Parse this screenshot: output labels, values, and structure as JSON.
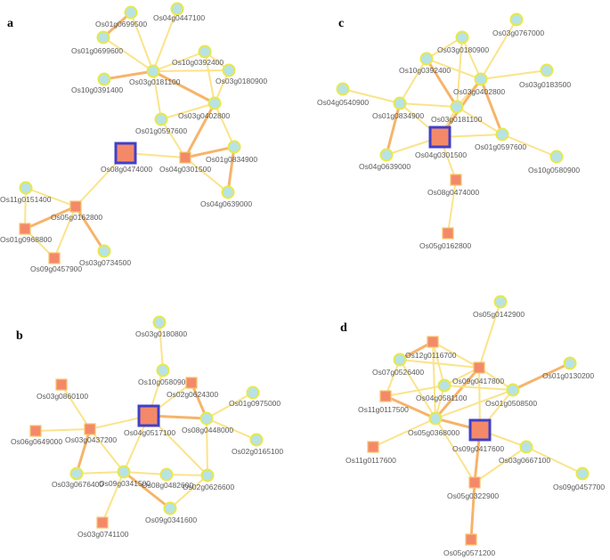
{
  "panels": [
    {
      "letter": "a",
      "nodes": [
        {
          "id": "Os01g0699500",
          "label": "Os01g0699500",
          "shape": "circle"
        },
        {
          "id": "Os04g0447100",
          "label": "Os04g0447100",
          "shape": "circle"
        },
        {
          "id": "Os01g0699600",
          "label": "Os01g0699600",
          "shape": "circle"
        },
        {
          "id": "Os10g0391400",
          "label": "Os10g0391400",
          "shape": "circle"
        },
        {
          "id": "Os03g0181100",
          "label": "Os03g0181100",
          "shape": "circle"
        },
        {
          "id": "Os10g0392400",
          "label": "Os10g0392400",
          "shape": "circle"
        },
        {
          "id": "Os03g0180900",
          "label": "Os03g0180900",
          "shape": "circle"
        },
        {
          "id": "Os03g0402800",
          "label": "Os03g0402800",
          "shape": "circle"
        },
        {
          "id": "Os01g0597600",
          "label": "Os01g0597600",
          "shape": "circle"
        },
        {
          "id": "Os08g0474000",
          "label": "Os08g0474000",
          "shape": "hub"
        },
        {
          "id": "Os04g0301500",
          "label": "Os04g0301500",
          "shape": "square"
        },
        {
          "id": "Os01g0834900",
          "label": "Os01g0834900",
          "shape": "circle"
        },
        {
          "id": "Os04g0639000",
          "label": "Os04g0639000",
          "shape": "circle"
        },
        {
          "id": "Os11g0151400",
          "label": "Os11g0151400",
          "shape": "circle"
        },
        {
          "id": "Os05g0162800",
          "label": "Os05g0162800",
          "shape": "square"
        },
        {
          "id": "Os01g0968800",
          "label": "Os01g0968800",
          "shape": "square"
        },
        {
          "id": "Os09g0457900",
          "label": "Os09g0457900",
          "shape": "square"
        },
        {
          "id": "Os03g0734500",
          "label": "Os03g0734500",
          "shape": "circle"
        }
      ],
      "edges": [
        [
          "Os01g0699500",
          "Os03g0181100",
          "soft"
        ],
        [
          "Os04g0447100",
          "Os03g0181100",
          "soft"
        ],
        [
          "Os01g0699600",
          "Os03g0181100",
          "soft"
        ],
        [
          "Os01g0699600",
          "Os01g0699500",
          "strong"
        ],
        [
          "Os10g0391400",
          "Os03g0181100",
          "strong"
        ],
        [
          "Os03g0181100",
          "Os10g0392400",
          "soft"
        ],
        [
          "Os03g0181100",
          "Os03g0180900",
          "soft"
        ],
        [
          "Os03g0181100",
          "Os03g0402800",
          "strong"
        ],
        [
          "Os03g0181100",
          "Os01g0597600",
          "soft"
        ],
        [
          "Os10g0392400",
          "Os03g0180900",
          "soft"
        ],
        [
          "Os10g0392400",
          "Os03g0402800",
          "soft"
        ],
        [
          "Os03g0180900",
          "Os03g0402800",
          "soft"
        ],
        [
          "Os03g0402800",
          "Os01g0597600",
          "soft"
        ],
        [
          "Os03g0402800",
          "Os04g0301500",
          "strong"
        ],
        [
          "Os03g0402800",
          "Os01g0834900",
          "soft"
        ],
        [
          "Os01g0597600",
          "Os04g0301500",
          "soft"
        ],
        [
          "Os08g0474000",
          "Os04g0301500",
          "soft"
        ],
        [
          "Os08g0474000",
          "Os05g0162800",
          "soft"
        ],
        [
          "Os04g0301500",
          "Os01g0834900",
          "strong"
        ],
        [
          "Os04g0301500",
          "Os04g0639000",
          "soft"
        ],
        [
          "Os01g0834900",
          "Os04g0639000",
          "strong"
        ],
        [
          "Os11g0151400",
          "Os05g0162800",
          "soft"
        ],
        [
          "Os11g0151400",
          "Os01g0968800",
          "soft"
        ],
        [
          "Os05g0162800",
          "Os01g0968800",
          "strong"
        ],
        [
          "Os05g0162800",
          "Os09g0457900",
          "soft"
        ],
        [
          "Os05g0162800",
          "Os03g0734500",
          "strong"
        ],
        [
          "Os01g0968800",
          "Os09g0457900",
          "soft"
        ]
      ]
    },
    {
      "letter": "b",
      "nodes": [
        {
          "id": "Os03g0180800",
          "label": "Os03g0180800",
          "shape": "circle"
        },
        {
          "id": "Os10g0580900",
          "label": "Os10g0580900",
          "shape": "circle"
        },
        {
          "id": "Os02g0624300",
          "label": "Os02g0624300",
          "shape": "square"
        },
        {
          "id": "Os03g0860100",
          "label": "Os03g0860100",
          "shape": "square"
        },
        {
          "id": "Os01g0975000",
          "label": "Os01g0975000",
          "shape": "circle"
        },
        {
          "id": "Os04g0517100",
          "label": "Os04g0517100",
          "shape": "hub"
        },
        {
          "id": "Os08g0448000",
          "label": "Os08g0448000",
          "shape": "circle"
        },
        {
          "id": "Os06g0649000",
          "label": "Os06g0649000",
          "shape": "square"
        },
        {
          "id": "Os03g0437200",
          "label": "Os03g0437200",
          "shape": "square"
        },
        {
          "id": "Os02g0165100",
          "label": "Os02g0165100",
          "shape": "circle"
        },
        {
          "id": "Os09g0341500",
          "label": "Os09g0341500",
          "shape": "circle"
        },
        {
          "id": "Os08g0482600",
          "label": "Os08g0482600",
          "shape": "circle"
        },
        {
          "id": "Os02g0626600",
          "label": "Os02g0626600",
          "shape": "circle"
        },
        {
          "id": "Os03g0676400",
          "label": "Os03g0676400",
          "shape": "circle"
        },
        {
          "id": "Os09g0341600",
          "label": "Os09g0341600",
          "shape": "circle"
        },
        {
          "id": "Os03g0741100",
          "label": "Os03g0741100",
          "shape": "square"
        }
      ],
      "edges": [
        [
          "Os03g0180800",
          "Os10g0580900",
          "soft"
        ],
        [
          "Os10g0580900",
          "Os04g0517100",
          "soft"
        ],
        [
          "Os02g0624300",
          "Os04g0517100",
          "soft"
        ],
        [
          "Os02g0624300",
          "Os08g0448000",
          "strong"
        ],
        [
          "Os01g0975000",
          "Os08g0448000",
          "soft"
        ],
        [
          "Os04g0517100",
          "Os08g0448000",
          "strong"
        ],
        [
          "Os04g0517100",
          "Os03g0437200",
          "soft"
        ],
        [
          "Os04g0517100",
          "Os09g0341500",
          "soft"
        ],
        [
          "Os04g0517100",
          "Os02g0626600",
          "soft"
        ],
        [
          "Os03g0860100",
          "Os03g0437200",
          "soft"
        ],
        [
          "Os06g0649000",
          "Os03g0437200",
          "soft"
        ],
        [
          "Os03g0437200",
          "Os03g0676400",
          "strong"
        ],
        [
          "Os03g0437200",
          "Os09g0341500",
          "soft"
        ],
        [
          "Os08g0448000",
          "Os02g0165100",
          "soft"
        ],
        [
          "Os08g0448000",
          "Os02g0626600",
          "soft"
        ],
        [
          "Os09g0341500",
          "Os03g0676400",
          "soft"
        ],
        [
          "Os09g0341500",
          "Os08g0482600",
          "soft"
        ],
        [
          "Os09g0341500",
          "Os09g0341600",
          "strong"
        ],
        [
          "Os09g0341500",
          "Os03g0741100",
          "soft"
        ],
        [
          "Os08g0482600",
          "Os02g0626600",
          "soft"
        ],
        [
          "Os02g0626600",
          "Os09g0341600",
          "soft"
        ]
      ]
    },
    {
      "letter": "c",
      "nodes": [
        {
          "id": "Os03g0767000",
          "label": "Os03g0767000",
          "shape": "circle"
        },
        {
          "id": "Os03g0180900",
          "label": "Os03g0180900",
          "shape": "circle"
        },
        {
          "id": "Os10g0392400",
          "label": "Os10g0392400",
          "shape": "circle"
        },
        {
          "id": "Os03g0402800",
          "label": "Os03g0402800",
          "shape": "circle"
        },
        {
          "id": "Os03g0183500",
          "label": "Os03g0183500",
          "shape": "circle"
        },
        {
          "id": "Os04g0540900",
          "label": "Os04g0540900",
          "shape": "circle"
        },
        {
          "id": "Os01g0834900",
          "label": "Os01g0834900",
          "shape": "circle"
        },
        {
          "id": "Os03g0181100",
          "label": "Os03g0181100",
          "shape": "circle"
        },
        {
          "id": "Os04g0301500",
          "label": "Os04g0301500",
          "shape": "hub"
        },
        {
          "id": "Os01g0597600",
          "label": "Os01g0597600",
          "shape": "circle"
        },
        {
          "id": "Os04g0639000",
          "label": "Os04g0639000",
          "shape": "circle"
        },
        {
          "id": "Os10g0580900",
          "label": "Os10g0580900",
          "shape": "circle"
        },
        {
          "id": "Os08g0474000",
          "label": "Os08g0474000",
          "shape": "square"
        },
        {
          "id": "Os05g0162800",
          "label": "Os05g0162800",
          "shape": "square"
        }
      ],
      "edges": [
        [
          "Os03g0767000",
          "Os03g0402800",
          "soft"
        ],
        [
          "Os03g0180900",
          "Os10g0392400",
          "soft"
        ],
        [
          "Os03g0180900",
          "Os03g0402800",
          "soft"
        ],
        [
          "Os03g0180900",
          "Os03g0181100",
          "soft"
        ],
        [
          "Os10g0392400",
          "Os03g0402800",
          "soft"
        ],
        [
          "Os10g0392400",
          "Os03g0181100",
          "strong"
        ],
        [
          "Os10g0392400",
          "Os01g0834900",
          "soft"
        ],
        [
          "Os03g0402800",
          "Os03g0183500",
          "soft"
        ],
        [
          "Os03g0402800",
          "Os03g0181100",
          "soft"
        ],
        [
          "Os03g0402800",
          "Os04g0301500",
          "strong"
        ],
        [
          "Os03g0402800",
          "Os01g0597600",
          "strong"
        ],
        [
          "Os04g0540900",
          "Os01g0834900",
          "soft"
        ],
        [
          "Os01g0834900",
          "Os03g0181100",
          "soft"
        ],
        [
          "Os01g0834900",
          "Os04g0301500",
          "soft"
        ],
        [
          "Os01g0834900",
          "Os04g0639000",
          "strong"
        ],
        [
          "Os03g0181100",
          "Os04g0301500",
          "soft"
        ],
        [
          "Os03g0181100",
          "Os01g0597600",
          "soft"
        ],
        [
          "Os04g0301500",
          "Os01g0597600",
          "soft"
        ],
        [
          "Os04g0301500",
          "Os04g0639000",
          "soft"
        ],
        [
          "Os04g0301500",
          "Os08g0474000",
          "soft"
        ],
        [
          "Os01g0597600",
          "Os10g0580900",
          "soft"
        ],
        [
          "Os08g0474000",
          "Os05g0162800",
          "soft"
        ]
      ]
    },
    {
      "letter": "d",
      "nodes": [
        {
          "id": "Os05g0142900",
          "label": "Os05g0142900",
          "shape": "circle"
        },
        {
          "id": "Os12g0116700",
          "label": "Os12g0116700",
          "shape": "square"
        },
        {
          "id": "Os07g0526400",
          "label": "Os07g0526400",
          "shape": "circle"
        },
        {
          "id": "Os09g0417800",
          "label": "Os09g0417800",
          "shape": "square"
        },
        {
          "id": "Os01g0130200",
          "label": "Os01g0130200",
          "shape": "circle"
        },
        {
          "id": "Os04g0581100",
          "label": "Os04g0581100",
          "shape": "circle"
        },
        {
          "id": "Os01g0508500",
          "label": "Os01g0508500",
          "shape": "circle"
        },
        {
          "id": "Os11g0117500",
          "label": "Os11g0117500",
          "shape": "square"
        },
        {
          "id": "Os05g0368000",
          "label": "Os05g0368000",
          "shape": "circle"
        },
        {
          "id": "Os09g0417600",
          "label": "Os09g0417600",
          "shape": "hub"
        },
        {
          "id": "Os11g0117600",
          "label": "Os11g0117600",
          "shape": "square"
        },
        {
          "id": "Os03g0667100",
          "label": "Os03g0667100",
          "shape": "circle"
        },
        {
          "id": "Os09g0457700",
          "label": "Os09g0457700",
          "shape": "circle"
        },
        {
          "id": "Os05g0322900",
          "label": "Os05g0322900",
          "shape": "square"
        },
        {
          "id": "Os05g0571200",
          "label": "Os05g0571200",
          "shape": "square"
        }
      ],
      "edges": [
        [
          "Os05g0142900",
          "Os09g0417800",
          "soft"
        ],
        [
          "Os12g0116700",
          "Os07g0526400",
          "strong"
        ],
        [
          "Os12g0116700",
          "Os09g0417800",
          "soft"
        ],
        [
          "Os12g0116700",
          "Os04g0581100",
          "soft"
        ],
        [
          "Os12g0116700",
          "Os05g0368000",
          "soft"
        ],
        [
          "Os07g0526400",
          "Os09g0417800",
          "soft"
        ],
        [
          "Os07g0526400",
          "Os11g0117500",
          "soft"
        ],
        [
          "Os07g0526400",
          "Os05g0368000",
          "soft"
        ],
        [
          "Os09g0417800",
          "Os04g0581100",
          "soft"
        ],
        [
          "Os09g0417800",
          "Os01g0508500",
          "soft"
        ],
        [
          "Os09g0417800",
          "Os05g0368000",
          "strong"
        ],
        [
          "Os09g0417800",
          "Os09g0417600",
          "soft"
        ],
        [
          "Os01g0130200",
          "Os01g0508500",
          "strong"
        ],
        [
          "Os04g0581100",
          "Os05g0368000",
          "soft"
        ],
        [
          "Os04g0581100",
          "Os01g0508500",
          "soft"
        ],
        [
          "Os01g0508500",
          "Os09g0417600",
          "soft"
        ],
        [
          "Os01g0508500",
          "Os05g0368000",
          "soft"
        ],
        [
          "Os11g0117500",
          "Os05g0368000",
          "strong"
        ],
        [
          "Os11g0117500",
          "Os04g0581100",
          "soft"
        ],
        [
          "Os05g0368000",
          "Os09g0417600",
          "strong"
        ],
        [
          "Os05g0368000",
          "Os11g0117600",
          "soft"
        ],
        [
          "Os05g0368000",
          "Os05g0322900",
          "soft"
        ],
        [
          "Os09g0417600",
          "Os03g0667100",
          "soft"
        ],
        [
          "Os09g0417600",
          "Os05g0322900",
          "strong"
        ],
        [
          "Os03g0667100",
          "Os09g0457700",
          "soft"
        ],
        [
          "Os03g0667100",
          "Os05g0322900",
          "soft"
        ],
        [
          "Os05g0322900",
          "Os05g0571200",
          "strong"
        ]
      ]
    }
  ]
}
